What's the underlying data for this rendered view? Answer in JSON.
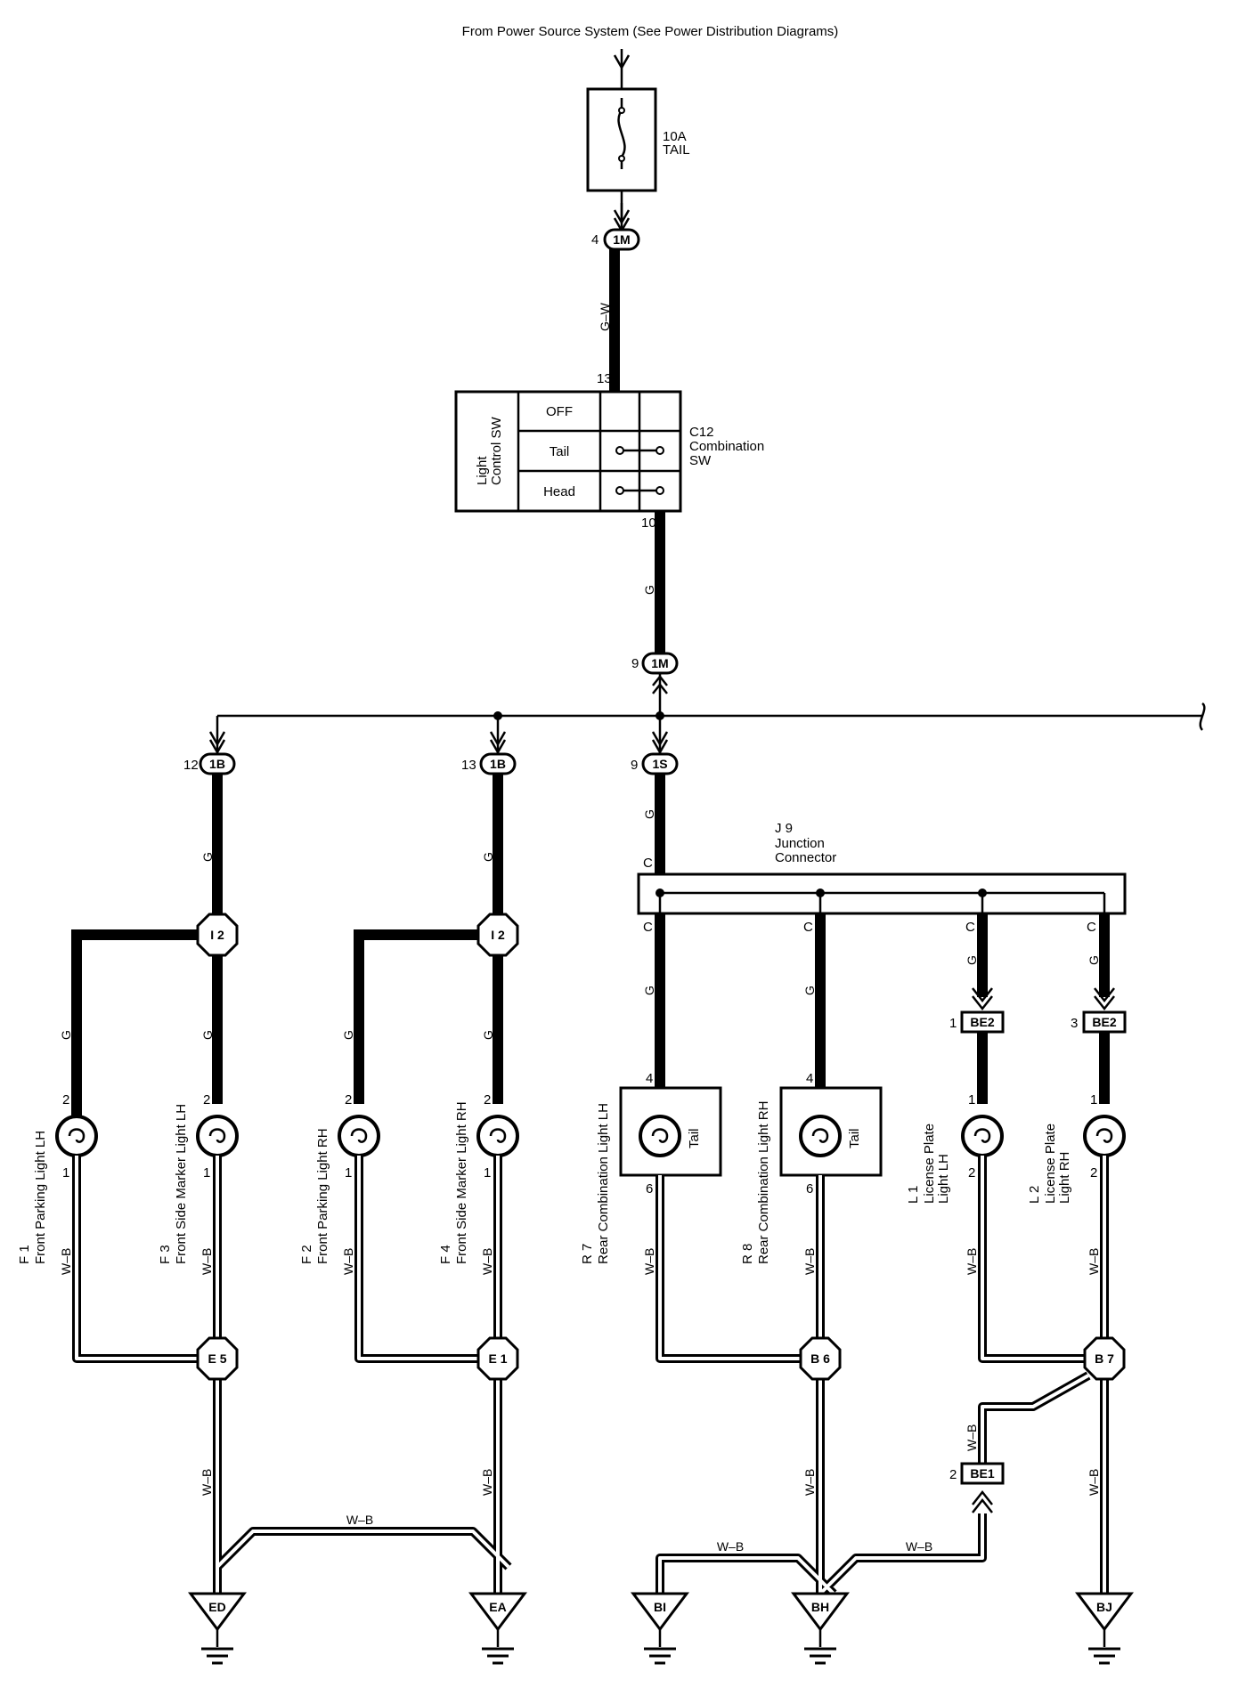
{
  "header": {
    "source_label": "From Power Source System (See Power Distribution Diagrams)"
  },
  "fuse": {
    "rating": "10A",
    "name": "TAIL"
  },
  "switch": {
    "code": "C12",
    "name_line1": "Combination",
    "name_line2": "SW",
    "group_line1": "Light",
    "group_line2": "Control SW",
    "rows": [
      "OFF",
      "Tail",
      "Head"
    ],
    "pin_in": "13",
    "pin_out": "10"
  },
  "wires": {
    "g_w": "G–W",
    "g": "G",
    "w_b": "W–B"
  },
  "junction": {
    "code": "J 9",
    "line1": "Junction",
    "line2": "Connector",
    "pin": "C"
  },
  "connectors": {
    "top_1m_pin": "4",
    "top_1m": "1M",
    "bot_1m_pin": "9",
    "bot_1m": "1M",
    "c1b_a_pin": "12",
    "c1b_a": "1B",
    "c1b_b_pin": "13",
    "c1b_b": "1B",
    "c1s_pin": "9",
    "c1s": "1S",
    "be2_a_pin": "1",
    "be2_a": "BE2",
    "be2_b_pin": "3",
    "be2_b": "BE2",
    "be1_pin": "2",
    "be1": "BE1"
  },
  "splices": {
    "i2": "I 2",
    "e5": "E 5",
    "e1": "E 1",
    "b6": "B 6",
    "b7": "B 7"
  },
  "grounds": [
    "ED",
    "EA",
    "BI",
    "BH",
    "BJ"
  ],
  "components": {
    "f1": {
      "code": "F 1",
      "name": "Front Parking Light LH",
      "pin_top": "2",
      "pin_bottom": "1"
    },
    "f3": {
      "code": "F 3",
      "name": "Front Side Marker Light LH",
      "pin_top": "2",
      "pin_bottom": "1"
    },
    "f2": {
      "code": "F 2",
      "name": "Front Parking Light RH",
      "pin_top": "2",
      "pin_bottom": "1"
    },
    "f4": {
      "code": "F 4",
      "name": "Front Side Marker Light RH",
      "pin_top": "2",
      "pin_bottom": "1"
    },
    "r7": {
      "code": "R 7",
      "name": "Rear Combination Light LH",
      "pin_top": "4",
      "pin_bottom": "6",
      "bulb": "Tail"
    },
    "r8": {
      "code": "R 8",
      "name": "Rear Combination Light RH",
      "pin_top": "4",
      "pin_bottom": "6",
      "bulb": "Tail"
    },
    "l1": {
      "code": "L 1",
      "name_line1": "License Plate",
      "name_line2": "Light LH",
      "pin_top": "1",
      "pin_bottom": "2"
    },
    "l2": {
      "code": "L 2",
      "name_line1": "License Plate",
      "name_line2": "Light RH",
      "pin_top": "1",
      "pin_bottom": "2"
    }
  }
}
